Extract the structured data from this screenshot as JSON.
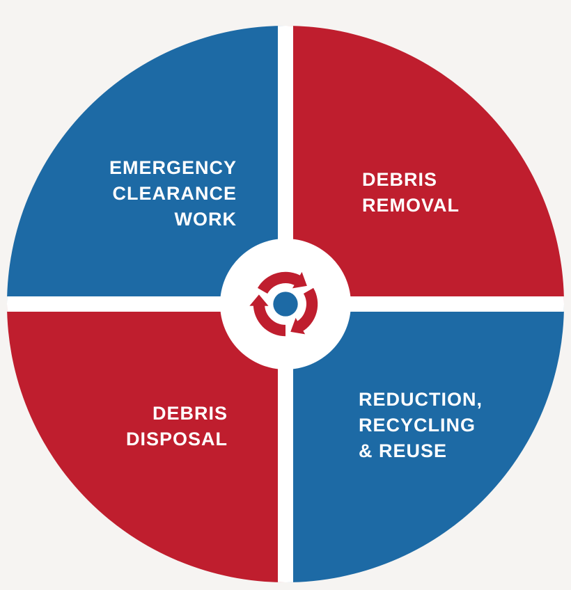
{
  "diagram": {
    "name": "debris-management-cycle",
    "quadrants": [
      {
        "id": "top-left",
        "color": "#1d6aa5",
        "label_lines": {
          "0": "EMERGENCY",
          "1": "CLEARANCE",
          "2": "WORK"
        }
      },
      {
        "id": "top-right",
        "color": "#bf1e2e",
        "label_lines": {
          "0": "DEBRIS",
          "1": "REMOVAL"
        }
      },
      {
        "id": "bottom-left",
        "color": "#bf1e2e",
        "label_lines": {
          "0": "DEBRIS",
          "1": "DISPOSAL"
        }
      },
      {
        "id": "bottom-right",
        "color": "#1d6aa5",
        "label_lines": {
          "0": "REDUCTION,",
          "1": "RECYCLING",
          "2": "& REUSE"
        }
      }
    ],
    "center": {
      "icon": "cycle-arrows-icon",
      "icon_color": "#bf1e2e",
      "icon_center_dot_color": "#1d6aa5",
      "background": "#ffffff"
    },
    "colors": {
      "blue": "#1d6aa5",
      "red": "#bf1e2e",
      "background": "#f6f4f2",
      "text": "#ffffff",
      "divider": "#ffffff"
    }
  }
}
